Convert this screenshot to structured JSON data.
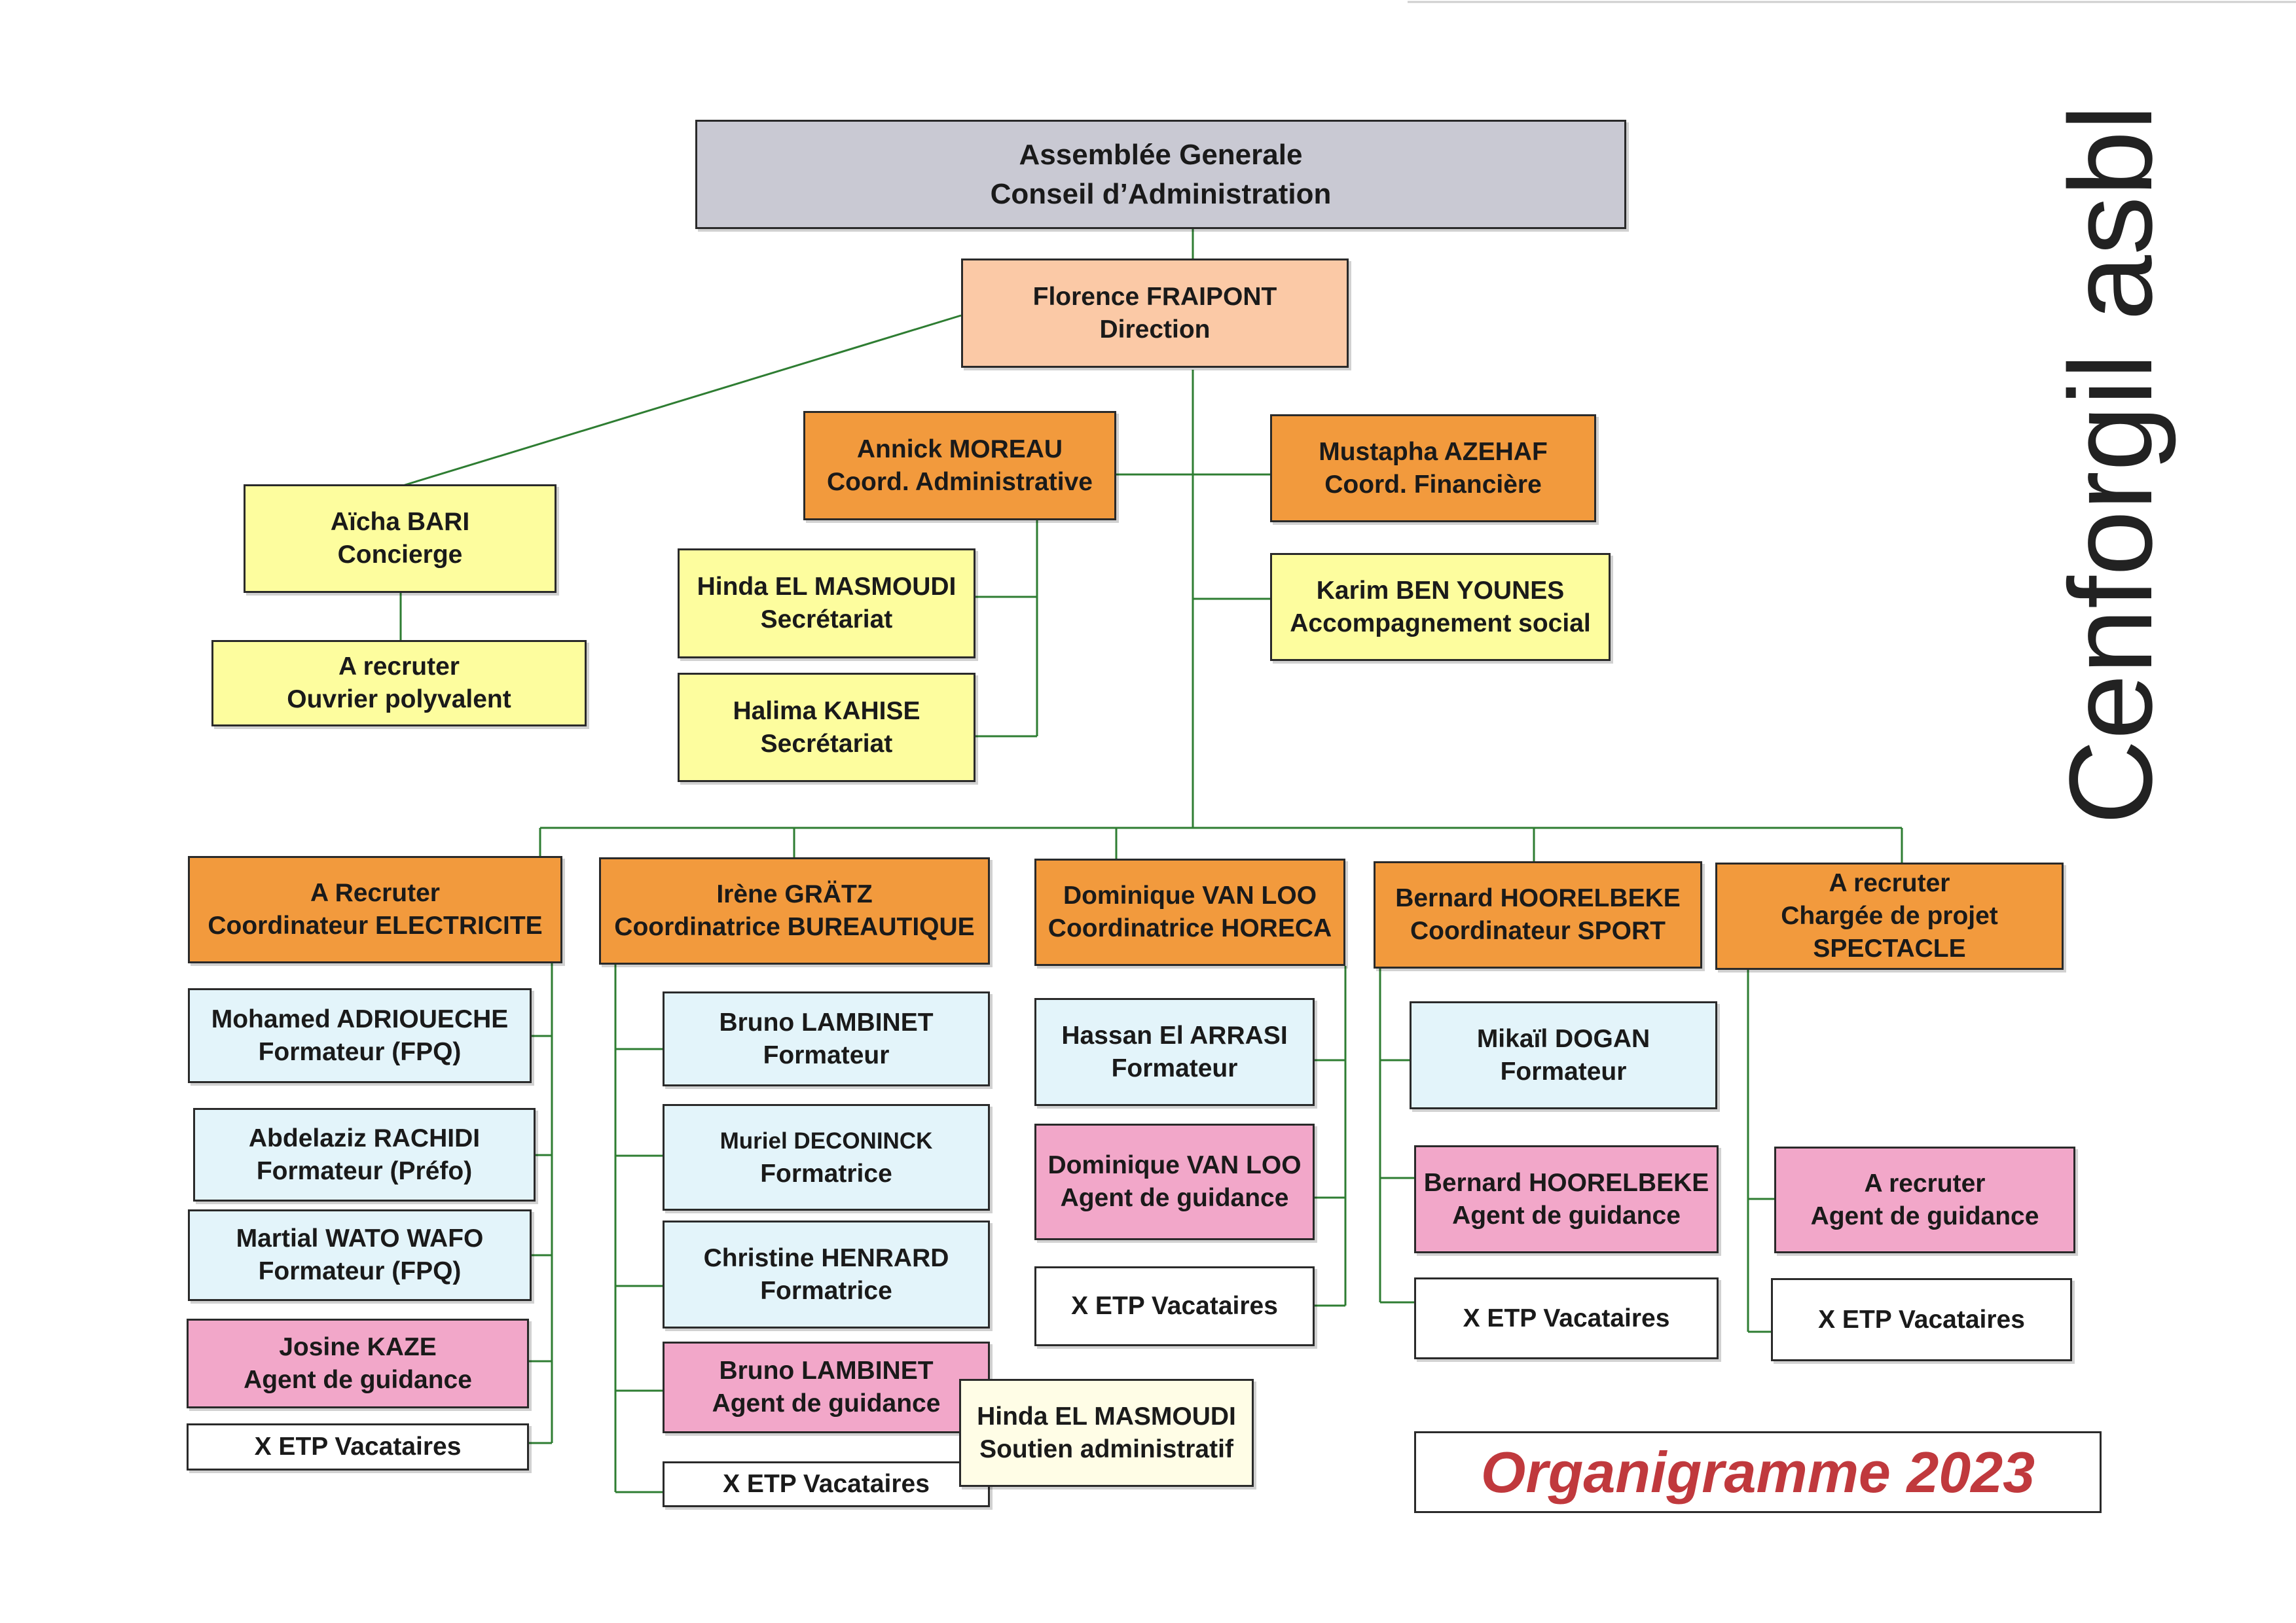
{
  "company_name": "Cenforgil asbl",
  "chart_title": "Organigramme 2023",
  "colors": {
    "line": "#2e7d32",
    "governance": "#c9c9d3",
    "direction": "#fbc9a6",
    "coordination": "#f29a3d",
    "support_staff": "#fdfd9e",
    "trainer": "#e3f4fa",
    "guidance_agent": "#f2a7c9",
    "vacataires": "#ffffff",
    "admin_support": "#fffde6",
    "title_text": "#c0393d"
  },
  "top": {
    "governance": {
      "line1": "Assemblée Generale",
      "line2": "Conseil d’Administration"
    },
    "direction": {
      "line1": "Florence FRAIPONT",
      "line2": "Direction"
    }
  },
  "staff": {
    "concierge": {
      "line1": "Aïcha BARI",
      "line2": "Concierge"
    },
    "worker": {
      "line1": "A recruter",
      "line2": "Ouvrier polyvalent"
    },
    "coord_admin": {
      "line1": "Annick MOREAU",
      "line2": "Coord. Administrative"
    },
    "coord_fin": {
      "line1": "Mustapha AZEHAF",
      "line2": "Coord. Financière"
    },
    "secretary1": {
      "line1": "Hinda EL MASMOUDI",
      "line2": "Secrétariat"
    },
    "secretary2": {
      "line1": "Halima KAHISE",
      "line2": "Secrétariat"
    },
    "social": {
      "line1": "Karim BEN YOUNES",
      "line2": "Accompagnement social"
    }
  },
  "departments": {
    "electricite": {
      "head": {
        "line1": "A Recruter",
        "line2": "Coordinateur ELECTRICITE"
      },
      "members": [
        {
          "line1": "Mohamed ADRIOUECHE",
          "line2": "Formateur (FPQ)"
        },
        {
          "line1": "Abdelaziz RACHIDI",
          "line2": "Formateur (Préfo)"
        },
        {
          "line1": "Martial WATO WAFO",
          "line2": "Formateur (FPQ)"
        },
        {
          "line1": "Josine KAZE",
          "line2": "Agent de guidance"
        }
      ],
      "vacataires": "X ETP Vacataires"
    },
    "bureautique": {
      "head": {
        "line1": "Irène GRÄTZ",
        "line2": "Coordinatrice BUREAUTIQUE"
      },
      "members": [
        {
          "line1": "Bruno LAMBINET",
          "line2": "Formateur"
        },
        {
          "line1": "Muriel DECONINCK",
          "line2": "Formatrice"
        },
        {
          "line1": "Christine HENRARD",
          "line2": "Formatrice"
        },
        {
          "line1": "Bruno LAMBINET",
          "line2": "Agent de guidance"
        }
      ],
      "vacataires": "X ETP Vacataires",
      "admin_support": {
        "line1": "Hinda EL MASMOUDI",
        "line2": "Soutien administratif"
      }
    },
    "horeca": {
      "head": {
        "line1": "Dominique VAN LOO",
        "line2": "Coordinatrice HORECA"
      },
      "members": [
        {
          "line1": "Hassan El ARRASI",
          "line2": "Formateur"
        },
        {
          "line1": "Dominique VAN LOO",
          "line2": "Agent de guidance"
        }
      ],
      "vacataires": "X ETP Vacataires"
    },
    "sport": {
      "head": {
        "line1": "Bernard HOORELBEKE",
        "line2": "Coordinateur SPORT"
      },
      "members": [
        {
          "line1": "Mikaïl DOGAN",
          "line2": "Formateur"
        },
        {
          "line1": "Bernard HOORELBEKE",
          "line2": "Agent de guidance"
        }
      ],
      "vacataires": "X ETP Vacataires"
    },
    "spectacle": {
      "head": {
        "line1": "A recruter",
        "line2": "Chargée de projet",
        "line3": "SPECTACLE"
      },
      "members": [
        {
          "line1": "A recruter",
          "line2": "Agent de guidance"
        }
      ],
      "vacataires": "X ETP Vacataires"
    }
  }
}
